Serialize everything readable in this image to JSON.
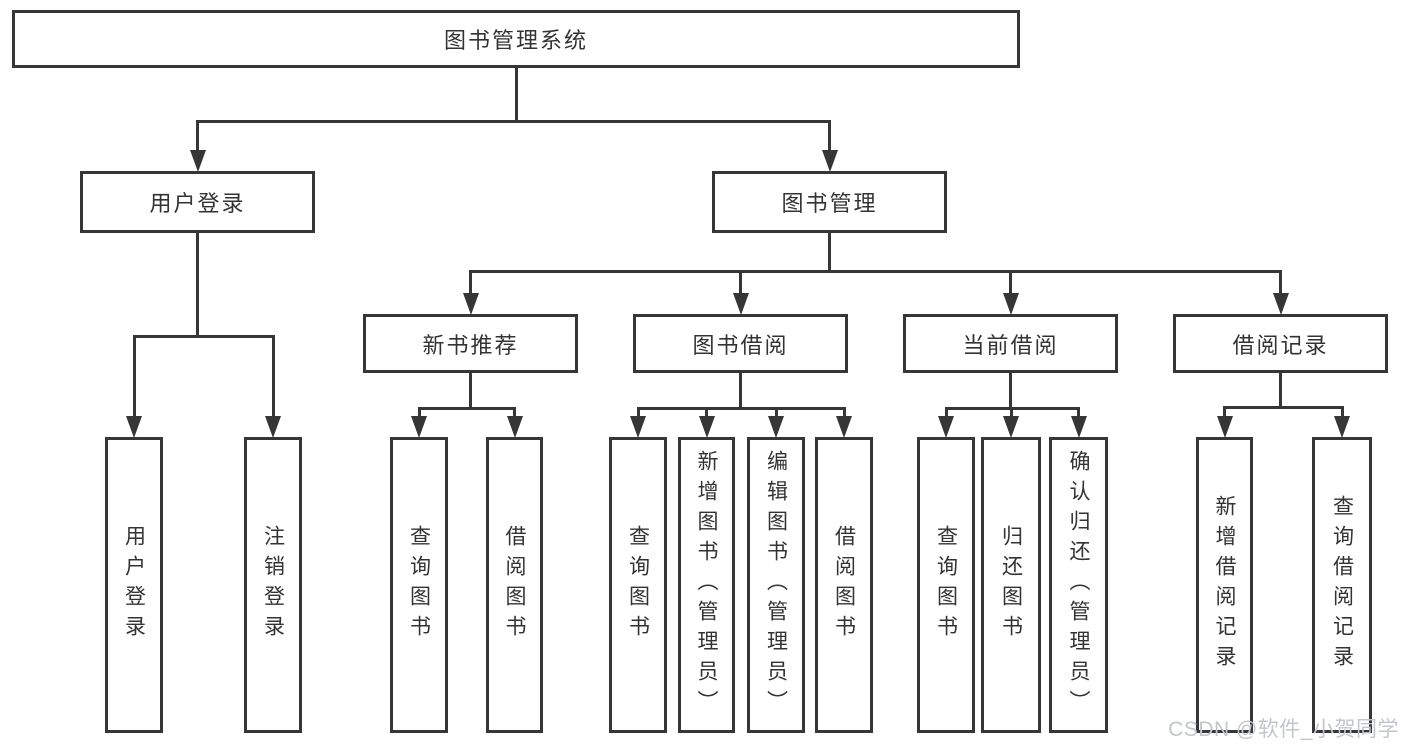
{
  "diagram": {
    "tree": {
      "id": "root",
      "label": "图书管理系统",
      "children": [
        {
          "id": "login",
          "label": "用户登录",
          "children": [
            {
              "id": "login_user",
              "label": "用户登录"
            },
            {
              "id": "login_logout",
              "label": "注销登录"
            }
          ]
        },
        {
          "id": "mgmt",
          "label": "图书管理",
          "children": [
            {
              "id": "rec",
              "label": "新书推荐",
              "children": [
                {
                  "id": "rec_query",
                  "label": "查询图书"
                },
                {
                  "id": "rec_borrow",
                  "label": "借阅图书"
                }
              ]
            },
            {
              "id": "borrow",
              "label": "图书借阅",
              "children": [
                {
                  "id": "borrow_query",
                  "label": "查询图书"
                },
                {
                  "id": "borrow_add",
                  "label": "新增图书（管理员）"
                },
                {
                  "id": "borrow_edit",
                  "label": "编辑图书（管理员）"
                },
                {
                  "id": "borrow_borrow",
                  "label": "借阅图书"
                }
              ]
            },
            {
              "id": "current",
              "label": "当前借阅",
              "children": [
                {
                  "id": "cur_query",
                  "label": "查询图书"
                },
                {
                  "id": "cur_return",
                  "label": "归还图书"
                },
                {
                  "id": "cur_confirm",
                  "label": "确认归还（管理员）"
                }
              ]
            },
            {
              "id": "records",
              "label": "借阅记录",
              "children": [
                {
                  "id": "recs_add",
                  "label": "新增借阅记录"
                },
                {
                  "id": "recs_query",
                  "label": "查询借阅记录"
                }
              ]
            }
          ]
        }
      ]
    }
  },
  "watermark": {
    "text": "CSDN @软件_小贺同学"
  },
  "colors": {
    "line": "#363636",
    "text": "#333333",
    "background": "#ffffff",
    "watermark": "#c2c6ca"
  }
}
